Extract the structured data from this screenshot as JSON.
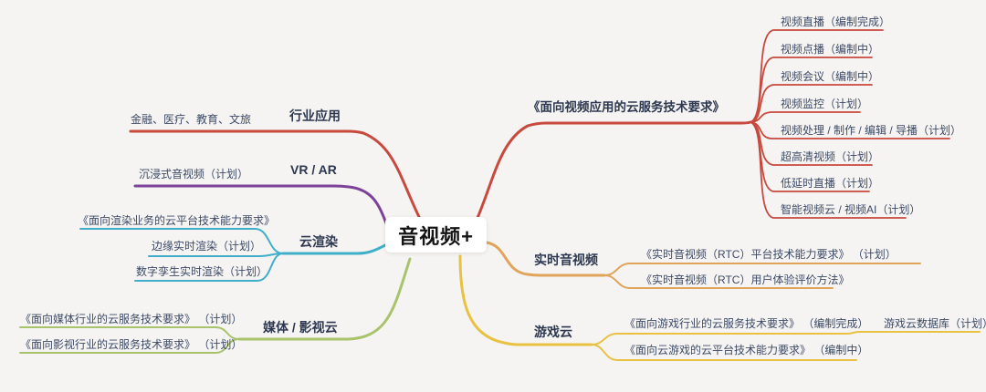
{
  "root": {
    "label": "音视频+"
  },
  "colors": {
    "red": "#c8493e",
    "purple": "#7c4299",
    "cyan": "#3fafc9",
    "green": "#a8c36b",
    "yellow": "#e9c143",
    "orange": "#e0a45a"
  },
  "branches": [
    {
      "label": "行业应用",
      "children": [
        {
          "label": "金融、医疗、教育、文旅"
        }
      ]
    },
    {
      "label": "VR / AR",
      "children": [
        {
          "label": "沉浸式音视频（计划）"
        }
      ]
    },
    {
      "label": "云渲染",
      "children": [
        {
          "label": "《面向渲染业务的云平台技术能力要求》"
        },
        {
          "label": "边缘实时渲染（计划）"
        },
        {
          "label": "数字孪生实时渲染（计划）"
        }
      ]
    },
    {
      "label": "媒体 / 影视云",
      "children": [
        {
          "label": "《面向媒体行业的云服务技术要求》 （计划）"
        },
        {
          "label": "《面向影视行业的云服务技术要求》 （计划）"
        }
      ]
    },
    {
      "label": "《面向视频应用的云服务技术要求》",
      "children": [
        {
          "label": "视频直播（编制完成）"
        },
        {
          "label": "视频点播（编制中）"
        },
        {
          "label": "视频会议（编制中）"
        },
        {
          "label": "视频监控（计划）"
        },
        {
          "label": "视频处理 / 制作 / 编辑 / 导播（计划）"
        },
        {
          "label": "超高清视频（计划）"
        },
        {
          "label": "低延时直播（计划）"
        },
        {
          "label": "智能视频云 / 视频AI（计划）"
        }
      ]
    },
    {
      "label": "实时音视频",
      "children": [
        {
          "label": "《实时音视频（RTC）平台技术能力要求》 （计划）"
        },
        {
          "label": "《实时音视频（RTC）用户体验评价方法》"
        }
      ]
    },
    {
      "label": "游戏云",
      "children": [
        {
          "label": "《面向游戏行业的云服务技术要求》 （编制完成）",
          "children": [
            {
              "label": "游戏云数据库（计划）"
            }
          ]
        },
        {
          "label": "《面向云游戏的云平台技术能力要求》 （编制中）"
        }
      ]
    }
  ]
}
